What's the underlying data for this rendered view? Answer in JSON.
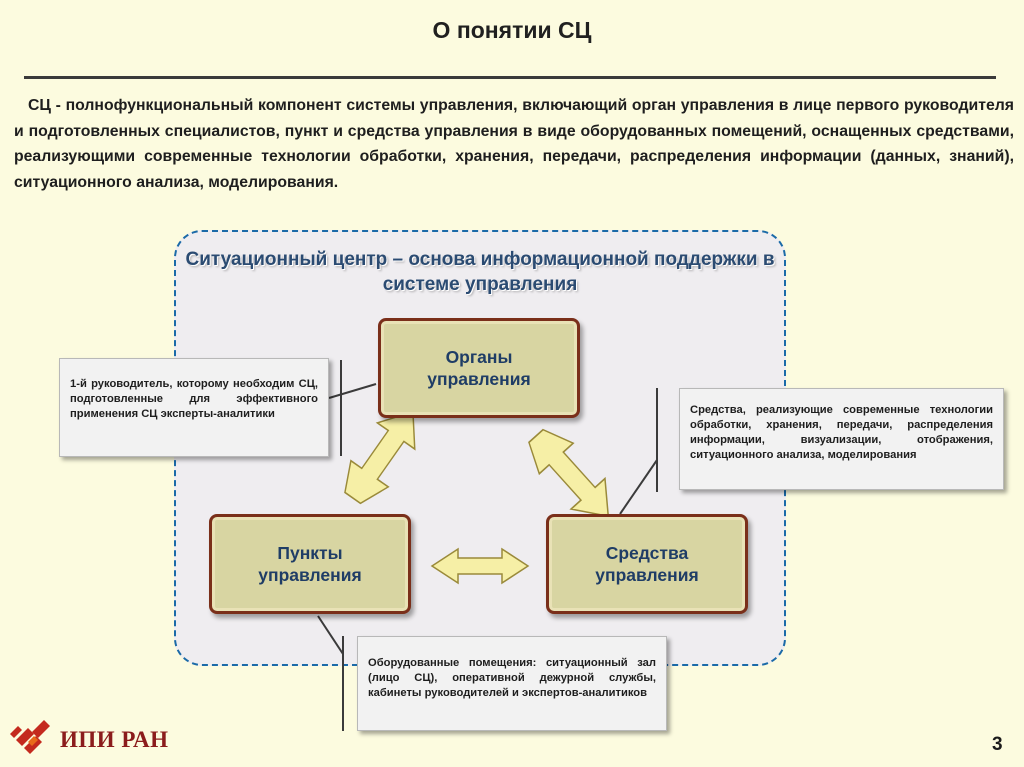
{
  "slide": {
    "title": "О понятии СЦ",
    "definition": "СЦ - полнофункциональный компонент системы управления, включающий орган управления в лице первого руководителя и подготовленных специалистов, пункт и средства управления в виде оборудованных помещений, оснащенных средствами, реализующими современные технологии обработки, хранения, передачи, распределения информации (данных, знаний), ситуационного анализа, моделирования.",
    "page_number": "3"
  },
  "diagram": {
    "title": "Ситуационный центр – основа информационной поддержки в системе управления",
    "nodes": {
      "organs": "Органы\nуправления",
      "points": "Пункты\nуправления",
      "means": "Средства\nуправления"
    },
    "callouts": {
      "left": "1-й руководитель, которому необходим СЦ, подготовленные для эффективного применения СЦ эксперты-аналитики",
      "right": "Средства, реализующие современные технологии обработки, хранения, передачи, распределения информации, визуализации, отображения, ситуационного анализа, моделирования",
      "bottom": "Оборудованные помещения: ситуационный зал (лицо СЦ), оперативной дежурной службы, кабинеты руководителей и экспертов-аналитиков"
    },
    "colors": {
      "node_fill": "#d8d5a2",
      "node_border": "#7a2f1a",
      "node_text": "#1f3d66",
      "arrow_fill": "#f6efa6",
      "arrow_stroke": "#9a8a3a",
      "frame_border": "#1b6aa8"
    }
  },
  "footer": {
    "logo_text": "ИПИ РАН",
    "logo_icon": "ipi-ran-logo-icon"
  }
}
